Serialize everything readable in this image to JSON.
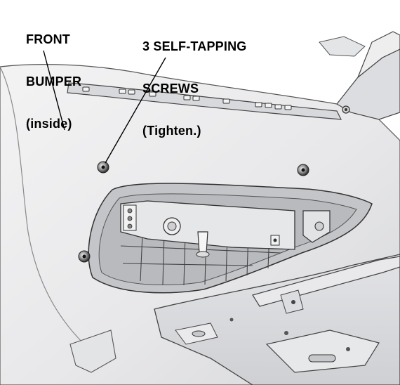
{
  "labels": {
    "front_bumper": {
      "lines": [
        "FRONT",
        "BUMPER",
        "(inside)"
      ]
    },
    "screws": {
      "lines": [
        "3 SELF-TAPPING",
        "SCREWS",
        "(Tighten.)"
      ]
    }
  },
  "colors": {
    "ink": "#000000",
    "part_fill": "#e9e9eb",
    "part_shadow": "#c9cacd",
    "background": "#ffffff"
  },
  "fastener_count": 3,
  "icons": [
    "screw-icon",
    "clip-icon"
  ]
}
